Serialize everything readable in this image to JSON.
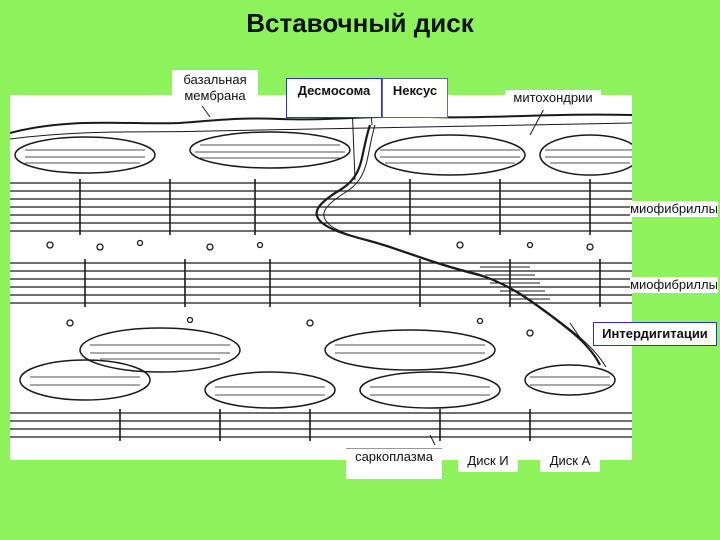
{
  "title": "Вставочный диск",
  "labels": {
    "basal_membrane_line1": "базальная",
    "basal_membrane_line2": "мембрана",
    "desmosome": "Десмосома",
    "nexus": "Нексус",
    "mitochondria": "митохондрии",
    "myofibrils_1": "миофибриллы",
    "myofibrils_2": "миофибриллы",
    "interdigitations": "Интердигитации",
    "sarcoplasm": "саркоплазма",
    "disk_i": "Диск И",
    "disk_a": "Диск А"
  },
  "colors": {
    "background": "#8ef25c",
    "figure_background": "#ffffff",
    "ink": "#1a1a1a",
    "box_border": "#2b2bff"
  }
}
